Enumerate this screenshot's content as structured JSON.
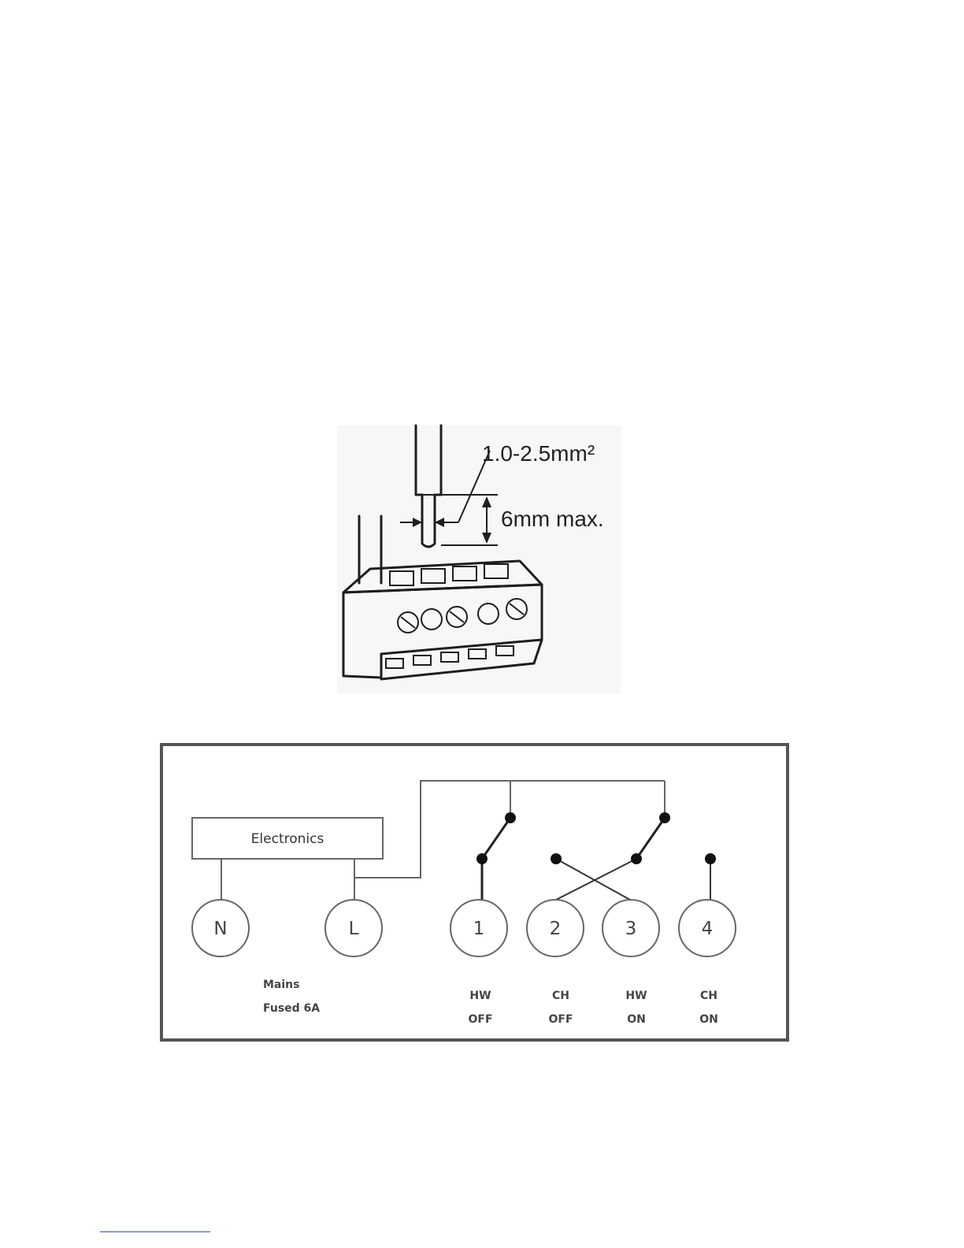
{
  "wire_diagram": {
    "cross_section": "1.0-2.5mm²",
    "strip_length": "6mm max."
  },
  "wiring_diagram": {
    "electronics_label": "Electronics",
    "terminals": [
      {
        "id": "N",
        "label": "N"
      },
      {
        "id": "L",
        "label": "L"
      },
      {
        "id": "1",
        "label": "1"
      },
      {
        "id": "2",
        "label": "2"
      },
      {
        "id": "3",
        "label": "3"
      },
      {
        "id": "4",
        "label": "4"
      }
    ],
    "mains_label": {
      "line1": "Mains",
      "line2": "Fused 6A"
    },
    "terminal_functions": [
      {
        "terminal": "1",
        "line1": "HW",
        "line2": "OFF"
      },
      {
        "terminal": "2",
        "line1": "CH",
        "line2": "OFF"
      },
      {
        "terminal": "3",
        "line1": "HW",
        "line2": "ON"
      },
      {
        "terminal": "4",
        "line1": "CH",
        "line2": "ON"
      }
    ]
  }
}
